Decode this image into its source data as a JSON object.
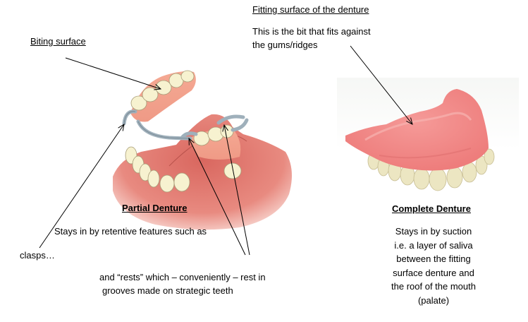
{
  "labels": {
    "biting_surface": "Biting surface",
    "fitting_surface_title": "Fitting surface of the denture",
    "fitting_surface_desc_1": "This is the bit that fits against",
    "fitting_surface_desc_2": "the gums/ridges",
    "partial_title": "Partial Denture",
    "partial_desc": "Stays in by retentive features such as",
    "clasps": "clasps…",
    "rests_1": "and “rests” which – conveniently – rest in",
    "rests_2": "grooves made on strategic teeth",
    "complete_title": "Complete Denture",
    "complete_desc": [
      "Stays in by suction",
      "i.e. a layer of saliva",
      "between the fitting",
      "surface denture and",
      "the roof of the mouth",
      "(palate)"
    ]
  },
  "images": {
    "partial": "partial-denture-illustration",
    "complete": "complete-denture-photo"
  },
  "colors": {
    "gum": "#e8857a",
    "gum_light": "#f2b0a4",
    "tooth": "#f7f2d0",
    "clasp": "#9fb0bb",
    "denture_pink": "#f08a8a",
    "arrow": "#000000"
  }
}
